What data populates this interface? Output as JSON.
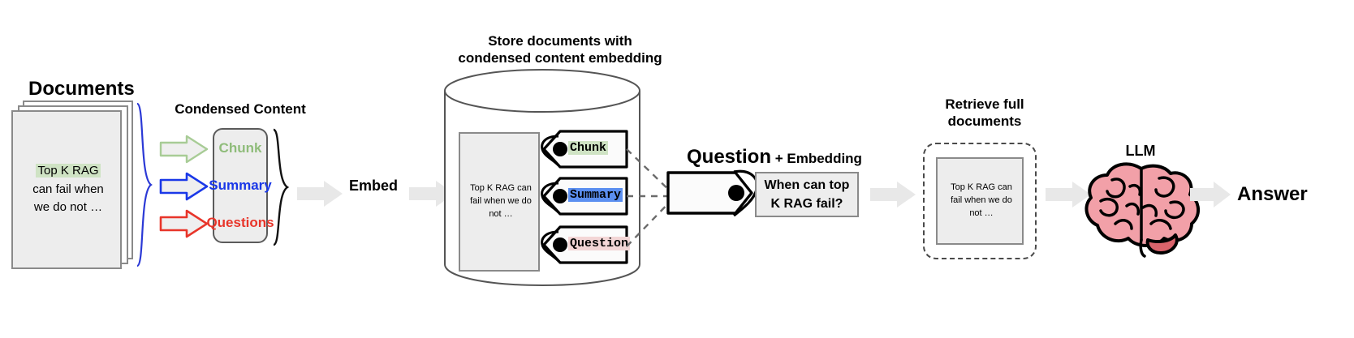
{
  "diagram": {
    "title": "Condensed-content RAG pipeline",
    "stages": {
      "documents": {
        "heading": "Documents",
        "doc_text_parts": [
          "Top K RAG",
          "can fail when",
          "we do not …"
        ],
        "highlight_color": "#cfe3c4"
      },
      "condensed": {
        "heading": "Condensed Content",
        "items": [
          {
            "label": "Chunk",
            "color": "#8fbc7a",
            "arrow_color": "#8fbc7a"
          },
          {
            "label": "Summary",
            "color": "#1a38e8",
            "arrow_color": "#1a38e8"
          },
          {
            "label": "Questions",
            "color": "#e8352a",
            "arrow_color": "#e8352a"
          }
        ]
      },
      "embed": {
        "label": "Embed"
      },
      "store": {
        "heading_line1": "Store documents with",
        "heading_line2": "condensed content embedding",
        "doc_text": "Top K RAG can fail when we do not …",
        "tags": [
          {
            "label": "Chunk",
            "highlight": "#cfe3c4"
          },
          {
            "label": "Summary",
            "highlight": "#5b8ff0"
          },
          {
            "label": "Question",
            "highlight": "#f3d6d6"
          }
        ]
      },
      "question": {
        "heading_strong": "Question",
        "heading_rest": " + Embedding",
        "box_line1": "When can top",
        "box_line2": "K RAG fail?"
      },
      "retrieve": {
        "heading_line1": "Retrieve full",
        "heading_line2": "documents",
        "doc_text": "Top K RAG can fail when we do not …"
      },
      "llm": {
        "label": "LLM"
      },
      "answer": {
        "label": "Answer"
      }
    },
    "colors": {
      "arrow_gray": "#e8e8e8",
      "doc_fill": "#ededed",
      "doc_stroke": "#8a8a8a",
      "brace_blue": "#2b39d6",
      "brain_pink": "#f2a0a8"
    }
  }
}
